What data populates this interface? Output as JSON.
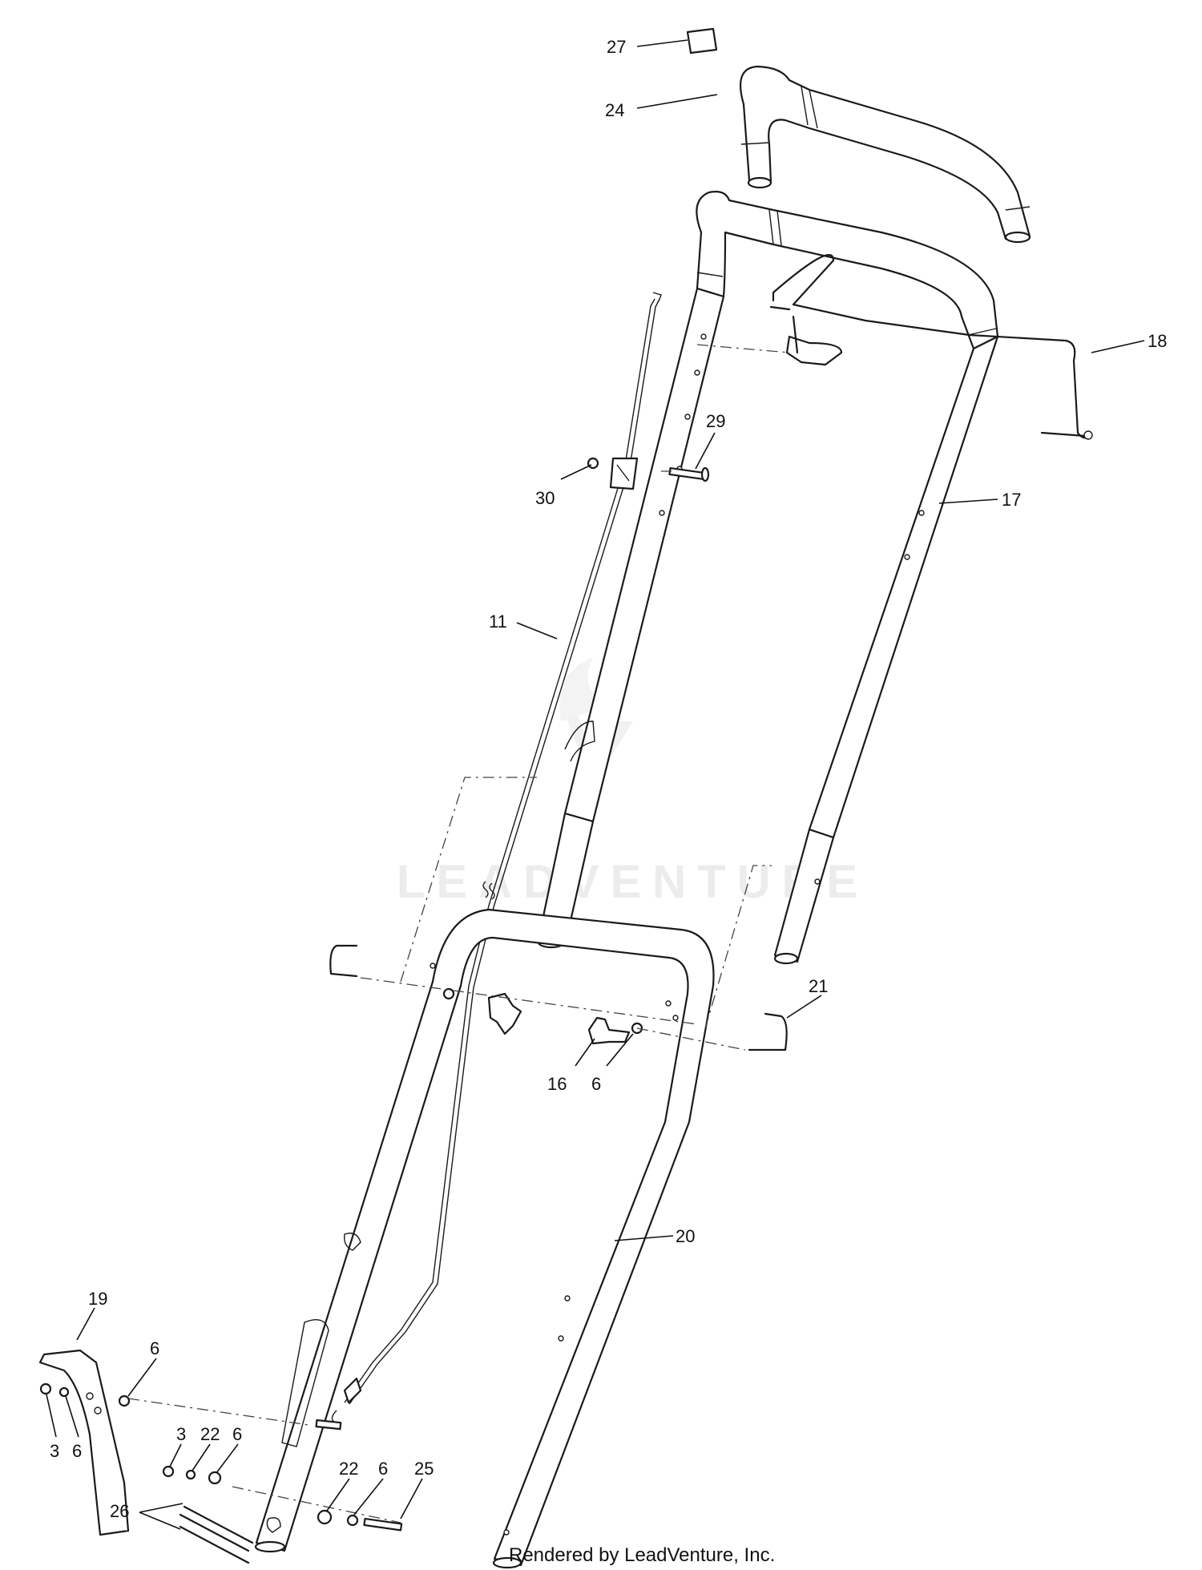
{
  "watermark": {
    "text": "LEADVENTURE"
  },
  "credit": "Rendered by LeadVenture, Inc.",
  "callouts": [
    {
      "id": "c27",
      "label": "27"
    },
    {
      "id": "c24",
      "label": "24"
    },
    {
      "id": "c18",
      "label": "18"
    },
    {
      "id": "c29",
      "label": "29"
    },
    {
      "id": "c30",
      "label": "30"
    },
    {
      "id": "c17",
      "label": "17"
    },
    {
      "id": "c11",
      "label": "11"
    },
    {
      "id": "c21",
      "label": "21"
    },
    {
      "id": "c16",
      "label": "16"
    },
    {
      "id": "c6a",
      "label": "6"
    },
    {
      "id": "c20",
      "label": "20"
    },
    {
      "id": "c19",
      "label": "19"
    },
    {
      "id": "c6b",
      "label": "6"
    },
    {
      "id": "c3a",
      "label": "3"
    },
    {
      "id": "c6c",
      "label": "6"
    },
    {
      "id": "c3b",
      "label": "3"
    },
    {
      "id": "c22a",
      "label": "22"
    },
    {
      "id": "c6d",
      "label": "6"
    },
    {
      "id": "c22b",
      "label": "22"
    },
    {
      "id": "c6e",
      "label": "6"
    },
    {
      "id": "c25",
      "label": "25"
    },
    {
      "id": "c26",
      "label": "26"
    }
  ]
}
